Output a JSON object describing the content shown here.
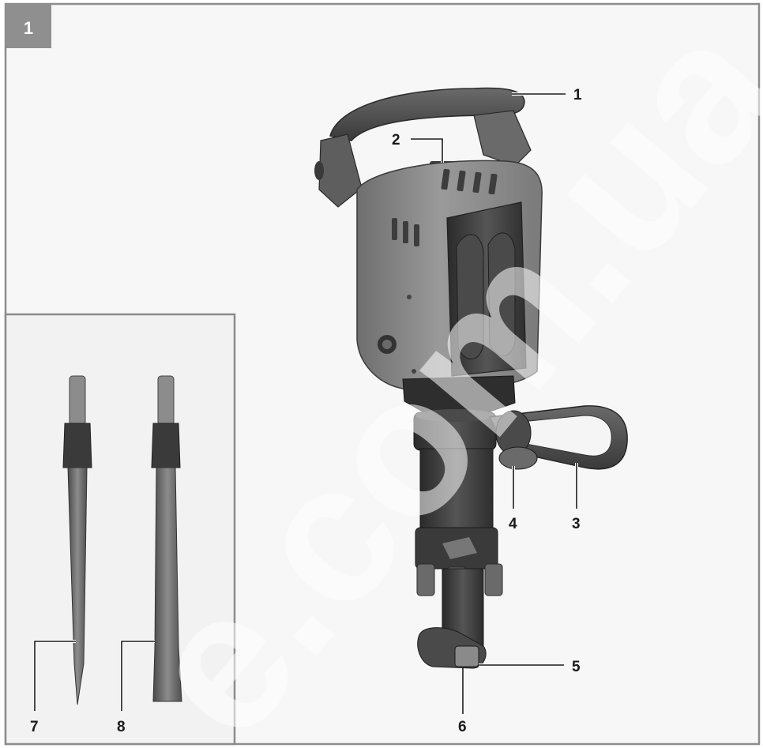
{
  "figure": {
    "number": "1",
    "watermark": "e.com.ua",
    "callouts": {
      "c1": "1",
      "c2": "2",
      "c3": "3",
      "c4": "4",
      "c5": "5",
      "c6": "6",
      "c7": "7",
      "c8": "8"
    },
    "colors": {
      "frame": "#8c8c8c",
      "tab": "#8f8f8f",
      "housing": "#8a8a8a",
      "dark_metal": "#3e3e3e",
      "watermark": "#ffffff"
    }
  }
}
